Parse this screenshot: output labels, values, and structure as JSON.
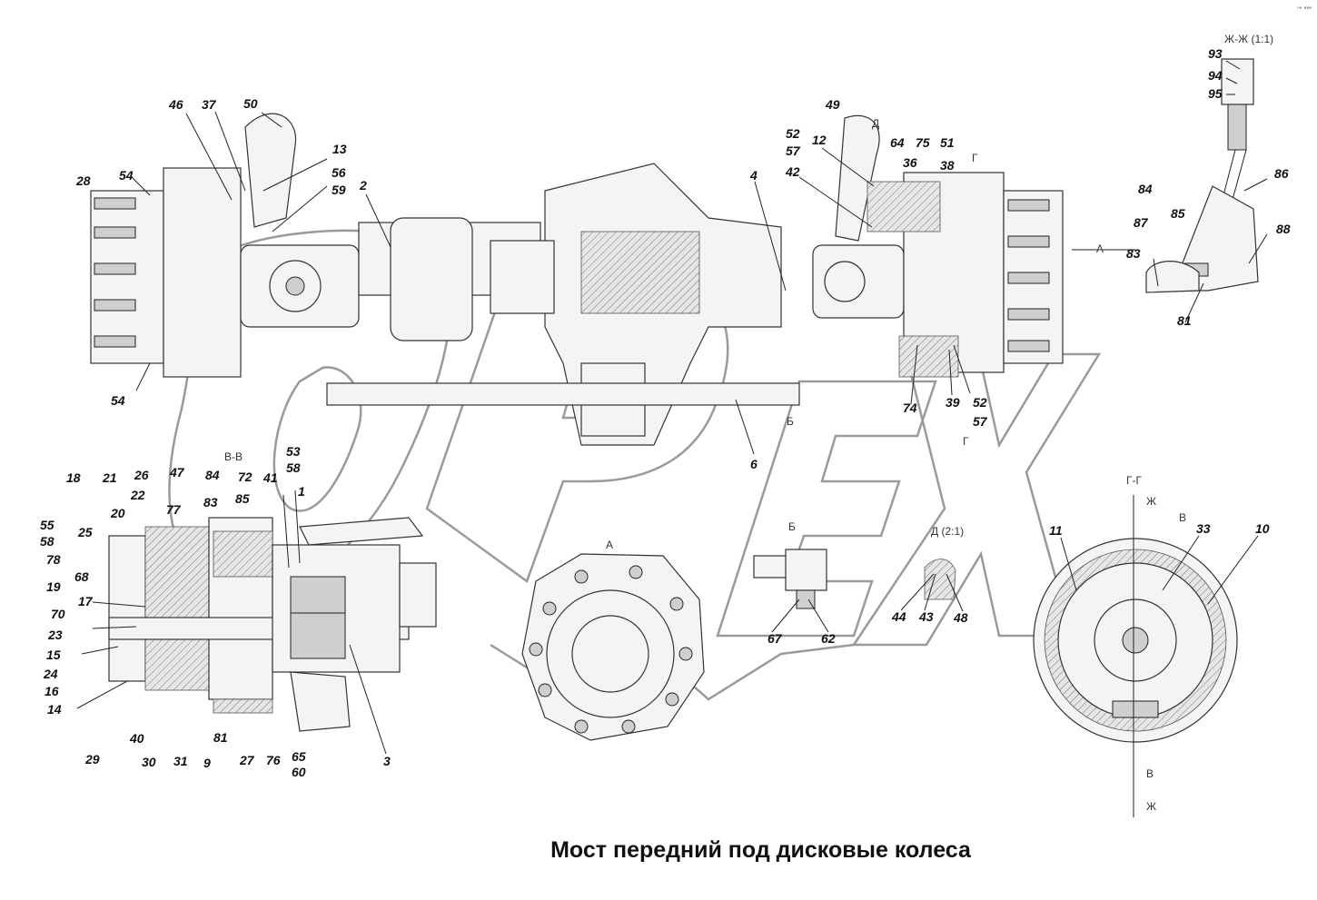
{
  "title": "Мост передний под дисковые колеса",
  "corner_mark": "◦▪ ▪▪▪",
  "watermark": "OPEX",
  "section_labels": [
    {
      "id": "zh",
      "text": "Ж-Ж (1:1)"
    },
    {
      "id": "vv",
      "text": "В-В"
    },
    {
      "id": "a",
      "text": "А"
    },
    {
      "id": "b",
      "text": "Б"
    },
    {
      "id": "d21",
      "text": "Д (2:1)"
    },
    {
      "id": "gg",
      "text": "Г-Г"
    },
    {
      "id": "a_arrow",
      "text": "А"
    },
    {
      "id": "b_arrow",
      "text": "Б"
    },
    {
      "id": "d_arrow",
      "text": "Д"
    },
    {
      "id": "g_top",
      "text": "Г"
    },
    {
      "id": "g_bot",
      "text": "Г"
    },
    {
      "id": "zh_arrow",
      "text": "Ж"
    },
    {
      "id": "v_arrow",
      "text": "В"
    },
    {
      "id": "v_bot",
      "text": "В"
    },
    {
      "id": "zh_bot",
      "text": "Ж"
    }
  ],
  "callouts": [
    "93",
    "94",
    "95",
    "86",
    "84",
    "85",
    "87",
    "88",
    "83",
    "81",
    "46",
    "37",
    "50",
    "13",
    "56",
    "59",
    "2",
    "28",
    "54",
    "54b",
    "49",
    "52",
    "57",
    "12",
    "64",
    "75",
    "51",
    "36",
    "38",
    "42",
    "4",
    "74",
    "39",
    "52b",
    "57b",
    "6",
    "53",
    "58",
    "1",
    "47",
    "84b",
    "72",
    "41",
    "26",
    "21",
    "22",
    "18",
    "20",
    "77",
    "83b",
    "85b",
    "55",
    "58b",
    "25",
    "78",
    "68",
    "19",
    "17",
    "70",
    "23",
    "15",
    "24",
    "16",
    "14",
    "29",
    "40",
    "30",
    "31",
    "9",
    "81b",
    "27",
    "76",
    "65",
    "60",
    "3",
    "67",
    "62",
    "44",
    "43",
    "48",
    "11",
    "33",
    "10"
  ],
  "callout_text": {
    "93": "93",
    "94": "94",
    "95": "95",
    "86": "86",
    "84": "84",
    "85": "85",
    "87": "87",
    "88": "88",
    "83": "83",
    "81": "81",
    "46": "46",
    "37": "37",
    "50": "50",
    "13": "13",
    "56": "56",
    "59": "59",
    "2": "2",
    "28": "28",
    "54": "54",
    "54b": "54",
    "49": "49",
    "52": "52",
    "57": "57",
    "12": "12",
    "64": "64",
    "75": "75",
    "51": "51",
    "36": "36",
    "38": "38",
    "42": "42",
    "4": "4",
    "74": "74",
    "39": "39",
    "52b": "52",
    "57b": "57",
    "6": "6",
    "53": "53",
    "58": "58",
    "1": "1",
    "47": "47",
    "84b": "84",
    "72": "72",
    "41": "41",
    "26": "26",
    "21": "21",
    "22": "22",
    "18": "18",
    "20": "20",
    "77": "77",
    "83b": "83",
    "85b": "85",
    "55": "55",
    "58b": "58",
    "25": "25",
    "78": "78",
    "68": "68",
    "19": "19",
    "17": "17",
    "70": "70",
    "23": "23",
    "15": "15",
    "24": "24",
    "16": "16",
    "14": "14",
    "29": "29",
    "40": "40",
    "30": "30",
    "31": "31",
    "9": "9",
    "81b": "81",
    "27": "27",
    "76": "76",
    "65": "65",
    "60": "60",
    "3": "3",
    "67": "67",
    "62": "62",
    "44": "44",
    "43": "43",
    "48": "48",
    "11": "11",
    "33": "33",
    "10": "10"
  },
  "colors": {
    "line": "#222222",
    "watermark": "#9a9a9a",
    "fill": "#f4f4f4"
  }
}
